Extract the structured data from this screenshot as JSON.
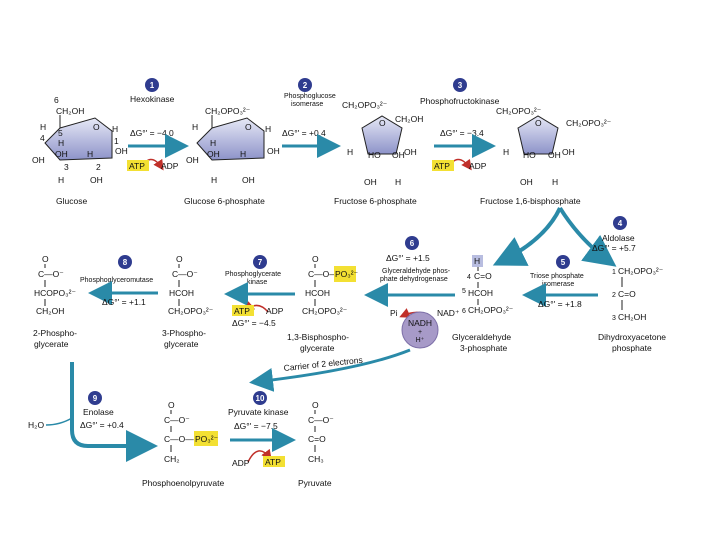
{
  "colors": {
    "step_badge": "#2f3c8f",
    "arrow": "#2a8aa8",
    "atp_highlight": "#f3e033",
    "ring_fill": "#b8bde0",
    "nadh_fill": "#a79ac8",
    "curved_arrow": "#c0302a"
  },
  "steps": [
    {
      "num": "1",
      "enzyme": "Hexokinase",
      "dg": "ΔG°' = −4.0"
    },
    {
      "num": "2",
      "enzyme": "Phosphoglucose isomerase",
      "dg": "ΔG°' = +0.4"
    },
    {
      "num": "3",
      "enzyme": "Phosphofructokinase",
      "dg": "ΔG°' = −3.4"
    },
    {
      "num": "4",
      "enzyme": "Aldolase",
      "dg": "ΔG°' = +5.7"
    },
    {
      "num": "5",
      "enzyme": "Triose phosphate isomerase",
      "dg": "ΔG°' = +1.8"
    },
    {
      "num": "6",
      "enzyme": "Glyceraldehyde phosphate dehydrogenase",
      "dg": "ΔG°' = +1.5"
    },
    {
      "num": "7",
      "enzyme": "Phosphoglycerate kinase",
      "dg": "ΔG°' = −4.5"
    },
    {
      "num": "8",
      "enzyme": "Phosphoglyceromutase",
      "dg": "ΔG°' = +1.1"
    },
    {
      "num": "9",
      "enzyme": "Enolase",
      "dg": "ΔG°' = +0.4"
    },
    {
      "num": "10",
      "enzyme": "Pyruvate kinase",
      "dg": "ΔG°' = −7.5"
    }
  ],
  "enzyme_lines": {
    "s2a": "Phosphoglucose",
    "s2b": "isomerase",
    "s5a": "Triose phosphate",
    "s5b": "isomerase",
    "s6a": "Glyceraldehyde phos-",
    "s6b": "phate dehydrogenase",
    "s7a": "Phosphoglycerate",
    "s7b": "kinase"
  },
  "compounds": {
    "glucose": "Glucose",
    "g6p": "Glucose 6-phosphate",
    "f6p": "Fructose 6-phosphate",
    "f16bp": "Fructose 1,6-bisphosphate",
    "dhap_a": "Dihydroxyacetone",
    "dhap_b": "phosphate",
    "g3p_a": "Glyceraldehyde",
    "g3p_b": "3-phosphate",
    "bpg_a": "1,3-Bisphospho-",
    "bpg_b": "glycerate",
    "pg3_a": "3-Phospho-",
    "pg3_b": "glycerate",
    "pg2_a": "2-Phospho-",
    "pg2_b": "glycerate",
    "pep": "Phosphoenolpyruvate",
    "pyruvate": "Pyruvate"
  },
  "cofactors": {
    "atp": "ATP",
    "adp": "ADP",
    "nadh_a": "NADH",
    "nadh_b": "+",
    "nadh_c": "H⁺",
    "nad": "NAD⁺",
    "pi": "Pi",
    "h2o": "H₂O",
    "carrier": "Carrier of 2 electrons"
  },
  "struct": {
    "ch2oh": "CH₂OH",
    "ch2opo3": "CH₂OPO₃²⁻",
    "ch2opo3_short": "CH₂OPO₃",
    "oh": "OH",
    "h": "H",
    "o": "O",
    "c_o": "C—O⁻",
    "c_o2": "C—O",
    "c_eq_o": "C=O",
    "hcoh": "HCOH",
    "hcopo3": "HCOPO₃²⁻",
    "c_opo3": "C—O—PO₃²⁻",
    "po3": "PO₃²⁻",
    "ch2": "CH₂",
    "ch3": "CH₃",
    "c_eq_o_ketone": "C=O",
    "hc_label": "H",
    "c_opo": "C—O—",
    "n1": "1",
    "n2": "2",
    "n3": "3",
    "n4": "4",
    "n5": "5",
    "n6": "6"
  }
}
